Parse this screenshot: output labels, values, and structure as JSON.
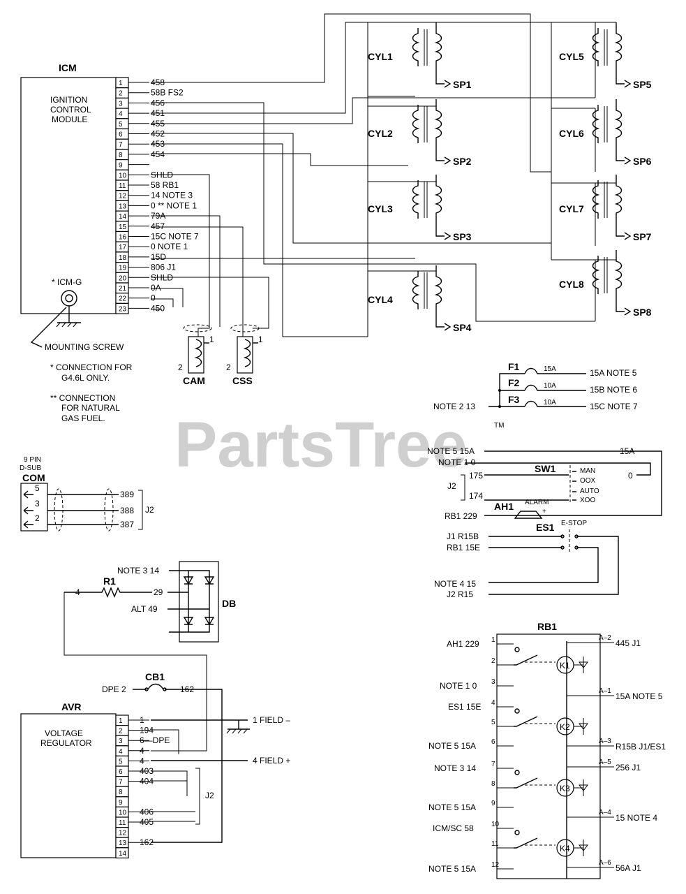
{
  "watermark": {
    "brand": "PartsTree",
    "tm": "TM"
  },
  "icm": {
    "title": "ICM",
    "desc": [
      "IGNITION",
      "CONTROL",
      "MODULE"
    ],
    "ground_label": "* ICM-G",
    "mounting_screw": "MOUNTING SCREW",
    "pins": [
      "1",
      "2",
      "3",
      "4",
      "5",
      "6",
      "7",
      "8",
      "9",
      "10",
      "11",
      "12",
      "13",
      "14",
      "15",
      "16",
      "17",
      "18",
      "19",
      "20",
      "21",
      "22",
      "23"
    ],
    "wires": [
      "458",
      "58B FS2",
      "456",
      "451",
      "455",
      "452",
      "453",
      "454",
      "",
      "SHLD",
      "58 RB1",
      "14 NOTE 3",
      "0 ** NOTE 1",
      "79A",
      "457",
      "15C NOTE 7",
      "0 NOTE 1",
      "15D",
      "806 J1",
      "SHLD",
      "0A",
      "0",
      "450"
    ]
  },
  "notes": {
    "single": [
      "* CONNECTION FOR",
      "G4.6L ONLY."
    ],
    "double": [
      "** CONNECTION",
      "FOR NATURAL",
      "GAS FUEL."
    ]
  },
  "sensors": {
    "cam": "CAM",
    "css": "CSS",
    "pin1": "1",
    "pin2": "2"
  },
  "coils": {
    "cylinders": [
      "CYL1",
      "CYL2",
      "CYL3",
      "CYL4",
      "CYL5",
      "CYL6",
      "CYL7",
      "CYL8"
    ],
    "plugs": [
      "SP1",
      "SP2",
      "SP3",
      "SP4",
      "SP5",
      "SP6",
      "SP7",
      "SP8"
    ]
  },
  "fuses": {
    "names": [
      "F1",
      "F2",
      "F3"
    ],
    "ratings": [
      "15A",
      "10A",
      "10A"
    ],
    "outputs": [
      "15A  NOTE 5",
      "15B  NOTE 6",
      "15C  NOTE 7"
    ],
    "input": "NOTE 2 13"
  },
  "switch": {
    "left": [
      "NOTE 5 15A",
      "NOTE 1 0",
      "175",
      "174",
      "RB1 229"
    ],
    "j2": "J2",
    "right_15a": "15A",
    "right_0": "0",
    "sw1": "SW1",
    "positions": [
      "MAN",
      "OOX",
      "AUTO",
      "XOO"
    ],
    "ah1": "AH1",
    "alarm": "ALARM",
    "plus": "+",
    "es1": "ES1",
    "estop": "E-STOP",
    "es_left": [
      "J1 R15B",
      "RB1 15E",
      "NOTE 4 15",
      "J2 R15"
    ]
  },
  "com": {
    "header": [
      "9 PIN",
      "D-SUB"
    ],
    "title": "COM",
    "pins": [
      "5",
      "3",
      "2"
    ],
    "wires": [
      "389",
      "388",
      "387"
    ],
    "j2": "J2"
  },
  "db": {
    "title": "DB",
    "r1": "R1",
    "inputs": [
      "NOTE 3 14",
      "29",
      "ALT 49"
    ],
    "wire4": "4"
  },
  "avr": {
    "title": "AVR",
    "desc": [
      "VOLTAGE",
      "REGULATOR"
    ],
    "pins": [
      "1",
      "2",
      "3",
      "4",
      "5",
      "6",
      "7",
      "8",
      "9",
      "10",
      "11",
      "12",
      "13",
      "14"
    ],
    "wires": [
      "1",
      "194",
      "6—DPE",
      "4",
      "4",
      "403",
      "404",
      "",
      "",
      "406",
      "405",
      "",
      "162",
      ""
    ],
    "cb1": "CB1",
    "dpe": "DPE 2",
    "w162": "162",
    "field_minus": "1  FIELD  –",
    "field_plus": "4  FIELD  +",
    "j2": "J2"
  },
  "rb1": {
    "title": "RB1",
    "left": [
      "AH1  229",
      "",
      "NOTE 1  0",
      "ES1  15E",
      "",
      "NOTE 5  15A",
      "NOTE 3  14",
      "",
      "NOTE 5  15A",
      "ICM/SC  58",
      "",
      "NOTE 5  15A"
    ],
    "pins": [
      "1",
      "2",
      "3",
      "4",
      "5",
      "6",
      "7",
      "8",
      "9",
      "10",
      "11",
      "12"
    ],
    "relays": [
      "K1",
      "K2",
      "K3",
      "K4"
    ],
    "right_pins": [
      "A–2",
      "A–1",
      "A–3",
      "A–5",
      "A–4",
      "A–6"
    ],
    "right": [
      "445  J1",
      "15A  NOTE 5",
      "R15B  J1/ES1",
      "256  J1",
      "15  NOTE 4",
      "56A  J1"
    ]
  }
}
